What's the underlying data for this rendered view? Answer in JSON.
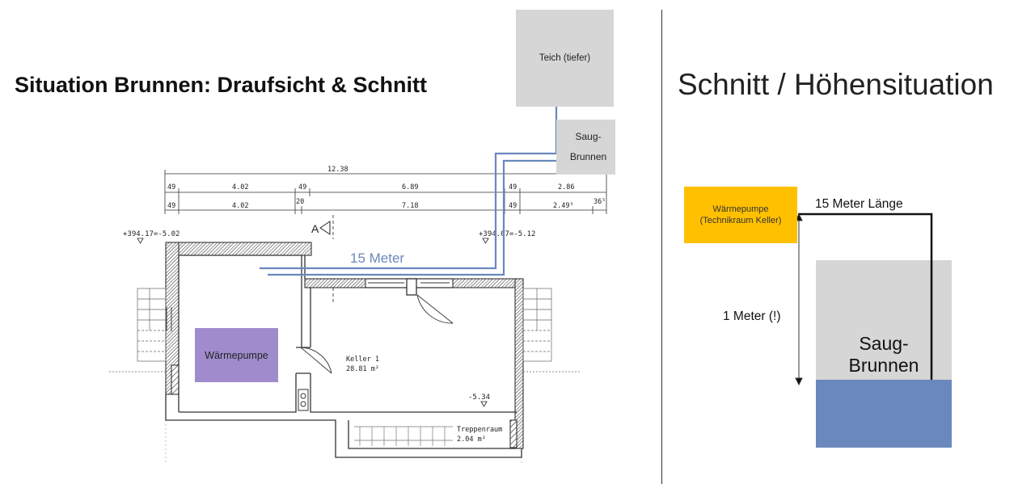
{
  "titles": {
    "left": "Situation Brunnen: Draufsicht & Schnitt",
    "right": "Schnitt / Höhensituation"
  },
  "plan": {
    "teich_label": "Teich (tiefer)",
    "saug_line1": "Saug-",
    "saug_line2": "Brunnen",
    "pipe_length_label": "15 Meter",
    "waermepumpe_label": "Wärmepumpe",
    "room_keller_name": "Keller 1",
    "room_keller_area": "28.81 m²",
    "room_treppe_name": "Treppenraum",
    "room_treppe_area": "2.04 m²",
    "level_treppe": "-5.34",
    "level_left": "+394.17=-5.02",
    "level_right": "+394.07=-5.12",
    "section_marker": "A",
    "dims_row1": [
      "12.38"
    ],
    "dims_row2": [
      "49",
      "4.02",
      "49",
      "6.89",
      "49",
      "2.86"
    ],
    "dims_row3": [
      "49",
      "4.02",
      "20",
      "7.18",
      "49",
      "2.49⁵",
      "36⁵"
    ]
  },
  "section": {
    "wp_line1": "Wärmepumpe",
    "wp_line2": "(Technikraum Keller)",
    "length_label": "15 Meter Länge",
    "height_label": "1 Meter (!)",
    "saug_line1": "Saug-",
    "saug_line2": "Brunnen"
  },
  "colors": {
    "pipe_blue": "#6a88bd",
    "water_blue": "#6a88bd",
    "waermepumpe_purple": "#a08ccc",
    "waermepumpe_yellow": "#ffc000",
    "grey_box": "#d6d6d6"
  }
}
